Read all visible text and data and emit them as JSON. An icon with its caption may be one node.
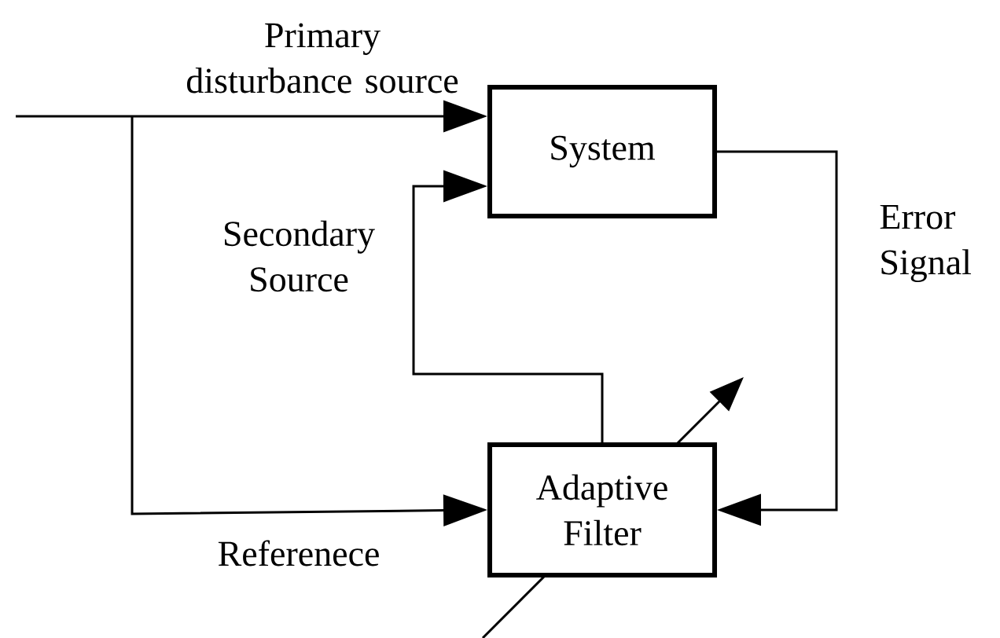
{
  "diagram": {
    "nodes": [
      {
        "text": [
          "System"
        ]
      },
      {
        "text": [
          "Adaptive Filter"
        ]
      }
    ],
    "edges": [
      {
        "from": null,
        "to": 0,
        "arrow": "to",
        "label": "Primary disturbance source"
      },
      {
        "from": null,
        "to": 1,
        "arrow": "to",
        "label": "Referenece"
      },
      {
        "from": 1,
        "to": 0,
        "arrow": "to",
        "label": "Secondary Source"
      },
      {
        "from": 0,
        "to": 1,
        "arrow": "to",
        "label": "Error Signal"
      }
    ]
  }
}
